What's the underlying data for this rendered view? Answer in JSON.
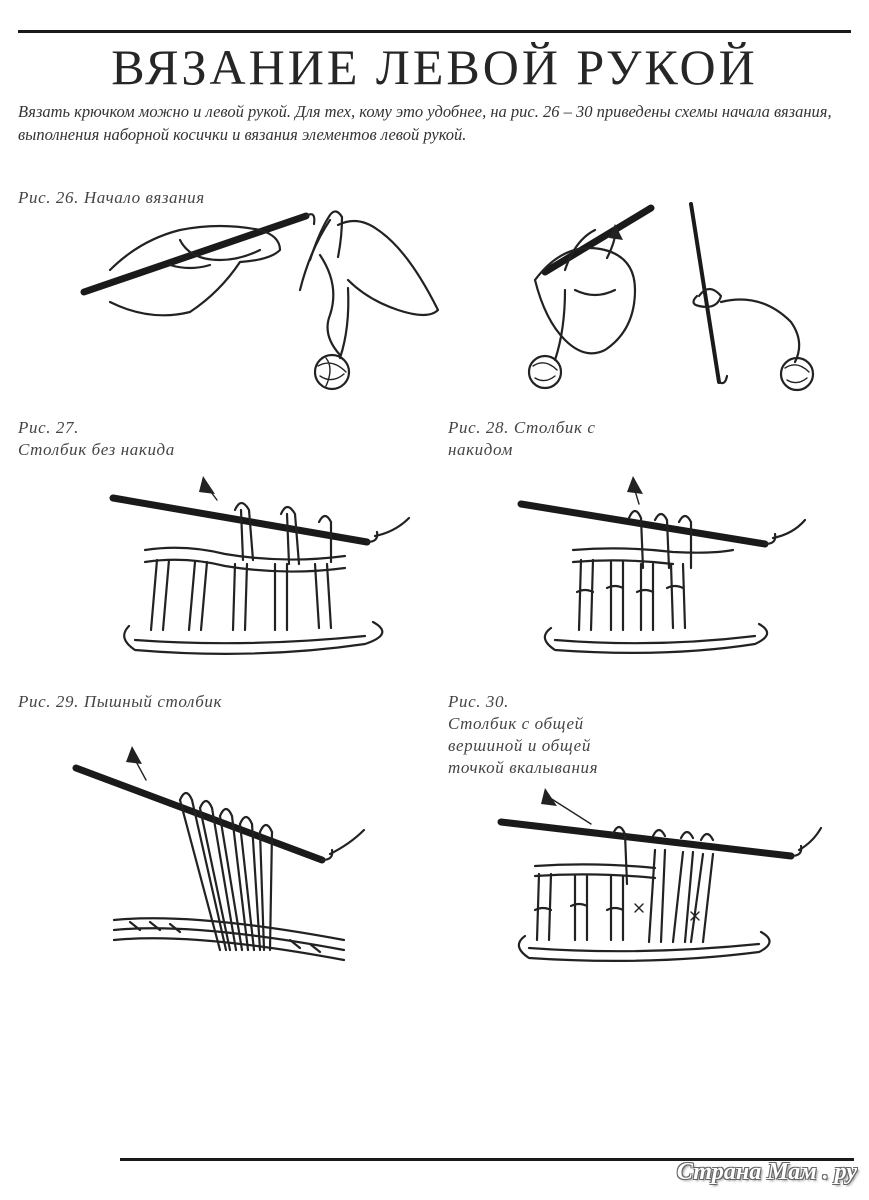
{
  "title": "ВЯЗАНИЕ ЛЕВОЙ РУКОЙ",
  "intro": "Вязать крючком можно и левой рукой. Для тех, кому это удобнее, на рис. 26 – 30 приведены схемы начала вязания, выполнения наборной косички и вязания элементов левой рукой.",
  "figures": {
    "fig26": {
      "caption": "Рис. 26.  Начало вязания"
    },
    "fig27": {
      "caption_number": "Рис. 27.",
      "caption_text": "Столбик без накида"
    },
    "fig28": {
      "caption_number": "Рис. 28.  Столбик с",
      "caption_text": "накидом"
    },
    "fig29": {
      "caption": "Рис. 29.  Пышный столбик"
    },
    "fig30": {
      "caption_number": "Рис. 30.",
      "caption_line1": "Столбик с общей",
      "caption_line2": "вершиной и общей",
      "caption_line3": "точкой вкалывания"
    }
  },
  "watermark": "Страна Мам . ру"
}
